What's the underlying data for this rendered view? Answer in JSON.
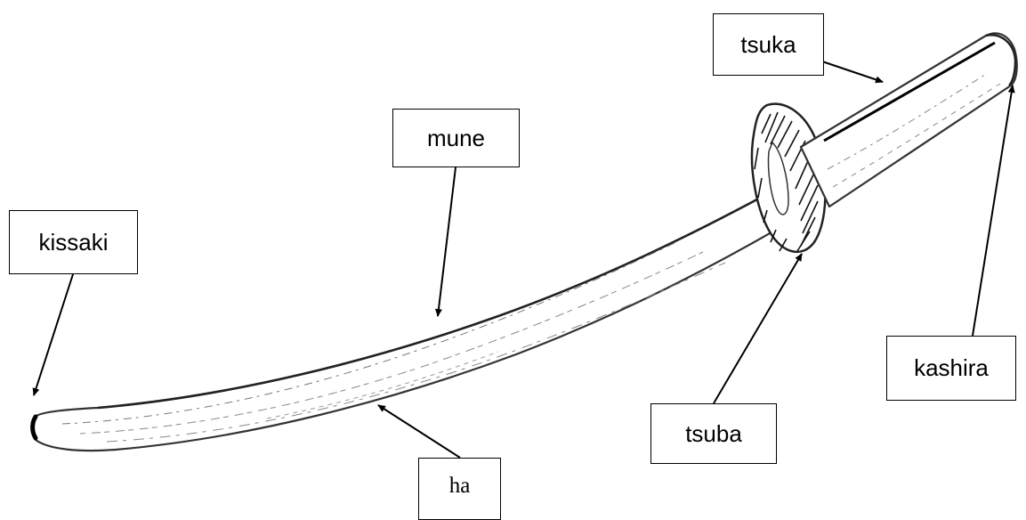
{
  "labels": {
    "tsuka": "tsuka",
    "mune": "mune",
    "kissaki": "kissaki",
    "kashira": "kashira",
    "tsuba": "tsuba",
    "ha": "ha"
  },
  "colors": {
    "ink": "#000000",
    "sketch": "#333333",
    "paper": "#ffffff"
  }
}
